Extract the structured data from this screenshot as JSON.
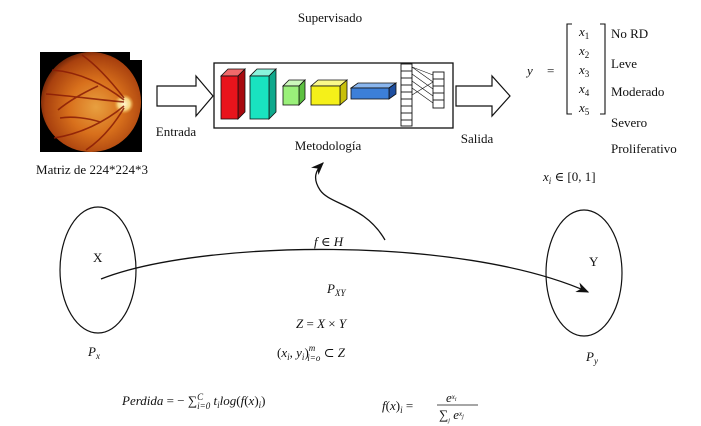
{
  "title": "Supervisado",
  "input": {
    "label": "Entrada",
    "caption": "Matriz de 224*224*3"
  },
  "method": {
    "label": "Metodología"
  },
  "output": {
    "label": "Salida",
    "y_symbol": "y",
    "equals": "=",
    "vector": [
      "x1",
      "x2",
      "x3",
      "x4",
      "x5"
    ],
    "classes": [
      "No RD",
      "Leve",
      "Moderado",
      "Severo",
      "Proliferativo"
    ],
    "range": "xi ∈ [0, 1]"
  },
  "sets": {
    "x_label": "X",
    "y_label": "Y",
    "px": "Px",
    "py": "Py",
    "function": "f ∈ H",
    "pxy": "PXY",
    "z_def": "Z = X × Y",
    "sample": "(xi, yi)m i=o ⊂ Z"
  },
  "formulas": {
    "loss_name": "Perdida",
    "loss_expr": "= − ΣCi=0 ti log(f(x)i)",
    "softmax_lhs": "f(x)i =",
    "softmax_num": "exi",
    "softmax_den": "Σj exj"
  },
  "colors": {
    "layer_red": "#e8141c",
    "layer_teal": "#19e3c0",
    "layer_green": "#9af07a",
    "layer_yellow": "#f5f019",
    "layer_blue": "#3c7fd8"
  }
}
